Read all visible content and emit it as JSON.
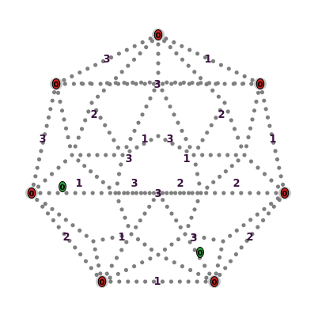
{
  "colors": {
    "background": "#ffffff",
    "dot": "#7f7f7f",
    "clue_text": "#3a0f3f",
    "anchor_ring": "#c9c9c9",
    "anchor_fill": "#c8231e",
    "marker_fill": "#2e9c3f",
    "marker_text": "#000000"
  },
  "anchors": [
    {
      "id": "top",
      "label": "0"
    },
    {
      "id": "upper-left",
      "label": "0"
    },
    {
      "id": "upper-right",
      "label": "0"
    },
    {
      "id": "left",
      "label": "0"
    },
    {
      "id": "right",
      "label": "0"
    },
    {
      "id": "bottom-left",
      "label": "0"
    },
    {
      "id": "bottom-right",
      "label": "0"
    }
  ],
  "markers": [
    {
      "id": "left-marker",
      "label": "0"
    },
    {
      "id": "bottom-right-marker",
      "label": "0"
    }
  ],
  "clues": [
    {
      "id": "c1",
      "label": "3"
    },
    {
      "id": "c2",
      "label": "1"
    },
    {
      "id": "c3",
      "label": "3"
    },
    {
      "id": "c4",
      "label": "2"
    },
    {
      "id": "c5",
      "label": "2"
    },
    {
      "id": "c6",
      "label": "3"
    },
    {
      "id": "c7",
      "label": "1"
    },
    {
      "id": "c8",
      "label": "1"
    },
    {
      "id": "c9",
      "label": "3"
    },
    {
      "id": "c10",
      "label": "3"
    },
    {
      "id": "c11",
      "label": "1"
    },
    {
      "id": "c12",
      "label": "1"
    },
    {
      "id": "c13",
      "label": "3"
    },
    {
      "id": "c14",
      "label": "2"
    },
    {
      "id": "c15",
      "label": "2"
    },
    {
      "id": "c16",
      "label": "3"
    },
    {
      "id": "c17",
      "label": "2"
    },
    {
      "id": "c18",
      "label": "1"
    },
    {
      "id": "c19",
      "label": "3"
    },
    {
      "id": "c20",
      "label": "2"
    },
    {
      "id": "c21",
      "label": "1"
    }
  ]
}
